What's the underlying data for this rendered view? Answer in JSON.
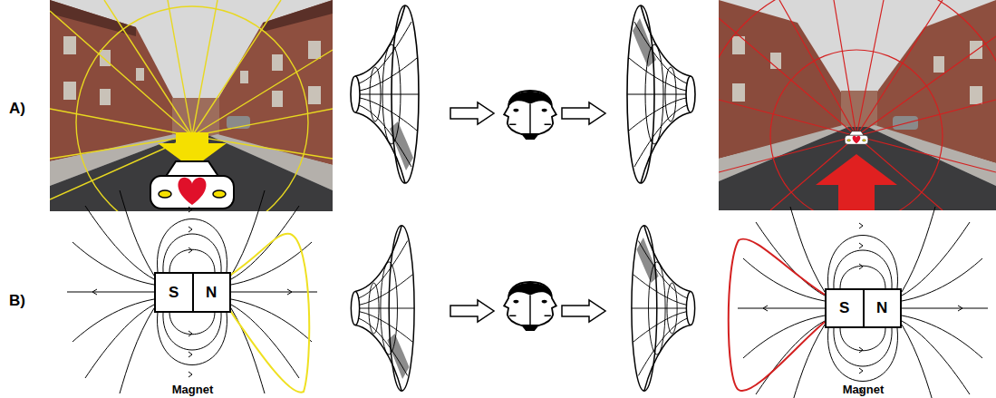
{
  "diagram": {
    "nodes": [
      {
        "text": [
          "S",
          "N",
          "Magnet"
        ]
      },
      {
        "text": [
          "S",
          "N",
          "Magnet"
        ]
      }
    ],
    "labels": [
      "A)",
      "B)"
    ]
  }
}
